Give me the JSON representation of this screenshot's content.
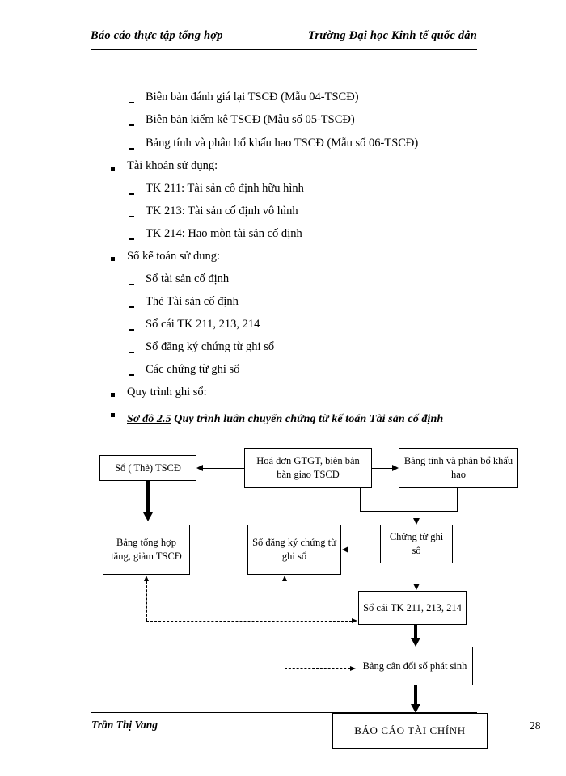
{
  "header": {
    "left": "Báo cáo thực tập tổng hợp",
    "right": "Trường Đại học Kinh tế quốc dân"
  },
  "body_list": [
    {
      "level": 2,
      "text": "Biên bản đánh giá lại TSCĐ (Mẫu 04-TSCĐ)"
    },
    {
      "level": 2,
      "text": "Biên bản kiểm kê TSCĐ (Mẫu số 05-TSCĐ)"
    },
    {
      "level": 2,
      "text": "Bảng tính và phân bổ khấu hao TSCĐ (Mẫu số 06-TSCĐ)"
    },
    {
      "level": 1,
      "text": "Tài khoản sử dụng:"
    },
    {
      "level": 2,
      "text": "TK 211: Tài sản cố định hữu hình"
    },
    {
      "level": 2,
      "text": "TK 213: Tài sản cố định vô hình"
    },
    {
      "level": 2,
      "text": "TK 214: Hao mòn tài sản cố định"
    },
    {
      "level": 1,
      "text": "Sổ kế toán sử dung:"
    },
    {
      "level": 2,
      "text": "Sổ tài sản cố định"
    },
    {
      "level": 2,
      "text": "Thẻ Tài sản cố định"
    },
    {
      "level": 2,
      "text": "Sổ cái TK 211, 213, 214"
    },
    {
      "level": 2,
      "text": "Sổ đăng ký chứng từ ghi sổ"
    },
    {
      "level": 2,
      "text": "Các chứng từ ghi sổ"
    },
    {
      "level": 1,
      "text": "Quy trình ghi sổ:"
    },
    {
      "level": 1,
      "text": ""
    }
  ],
  "diagram": {
    "title_prefix": "Sơ đồ 2.5",
    "title_rest": " Quy trình luân chuyển chứng từ kế toán Tài sản cố định",
    "boxes": {
      "so_the_tscd": "Sổ ( Thẻ) TSCĐ",
      "hoa_don": "Hoá đơn GTGT, biên bản bàn giao TSCĐ",
      "bang_tinh": "Bảng tính và phân bổ khấu hao",
      "bang_tong_hop": "Bảng tổng hợp tăng, giảm TSCĐ",
      "so_dang_ky": "Sổ đăng ký chứng từ ghi sổ",
      "chung_tu": "Chứng từ ghi sổ",
      "so_cai": "Sổ cái TK 211, 213, 214",
      "bang_can_doi": "Bảng cân đối số phát sinh"
    }
  },
  "footer": {
    "author": "Trần Thị Vang",
    "report_box": "BÁO CÁO TÀI CHÍNH",
    "page_number": "28"
  }
}
